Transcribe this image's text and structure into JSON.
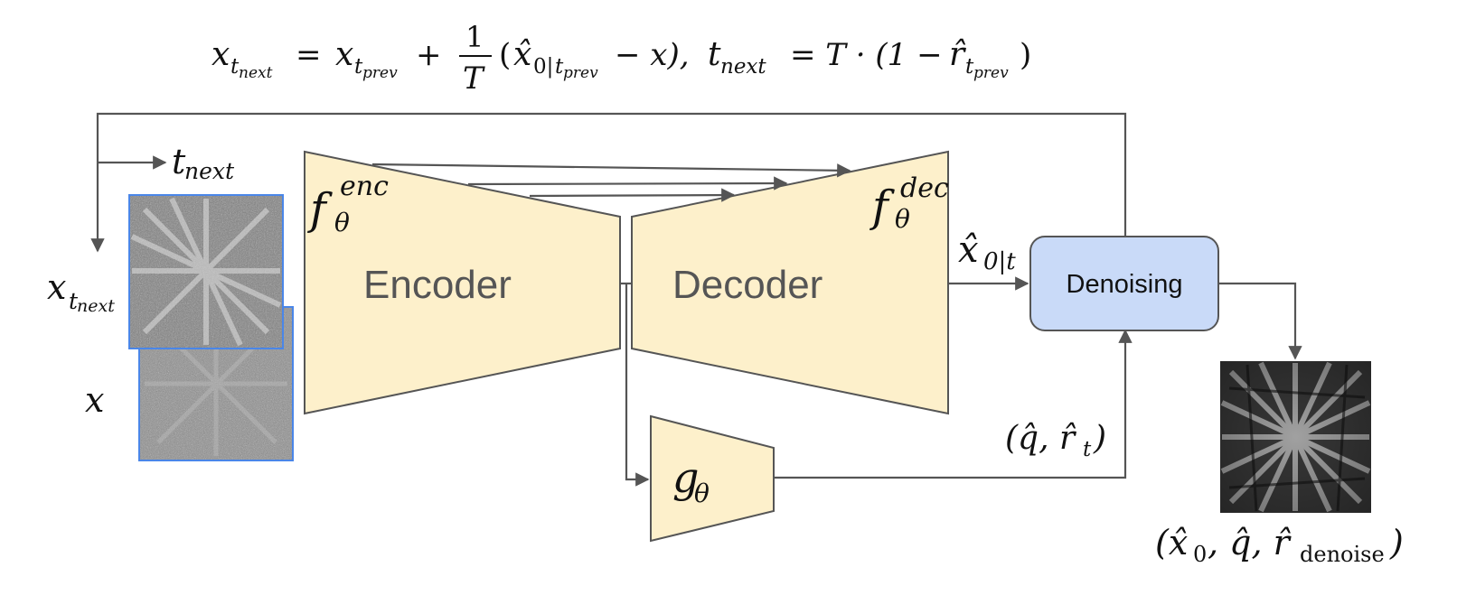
{
  "formula": {
    "x_lhs": "x",
    "sub_next": "t",
    "subsub_next": "next",
    "eq": "=",
    "x_prev": "x",
    "sub_prev": "t",
    "subsub_prev": "prev",
    "plus": "+",
    "frac_num": "1",
    "frac_den": "T",
    "paren_open": "(",
    "xhat": "x̂",
    "sub0": "0|",
    "sub0_t": "t",
    "sub0_prev": "prev",
    "minus_x": "− x),",
    "t_next_lhs": "t",
    "t_next_sub": "next",
    "eq2": "= T · (1 − ",
    "rhat": "r̂",
    "r_sub": "t",
    "r_subsub": "prev",
    "close": ")"
  },
  "labels": {
    "t_next": "t",
    "t_next_sub": "next",
    "x_t_next": "x",
    "x_t_next_sub": "t",
    "x_t_next_subsub": "next",
    "x": "x",
    "f_enc": "f",
    "f_enc_sup": "enc",
    "f_enc_sub": "θ",
    "f_dec": "f",
    "f_dec_sup": "dec",
    "f_dec_sub": "θ",
    "g": "g",
    "g_sub": "θ",
    "x0t": "x̂",
    "x0t_sub": "0|t",
    "q_r": "(q̂, r̂",
    "q_r_sub": "t",
    "q_r_close": ")",
    "output_open": "(x̂",
    "output_sub0": "0",
    "output_mid": ", q̂, r̂",
    "output_sub": "denoise",
    "output_close": ")"
  },
  "blocks": {
    "encoder": "Encoder",
    "decoder": "Decoder",
    "denoising": "Denoising"
  },
  "colors": {
    "block_fill": "#fdf0cb",
    "denoise_fill": "#c9daf8",
    "arrow": "#555555",
    "pattern_border": "#4a86e8"
  }
}
